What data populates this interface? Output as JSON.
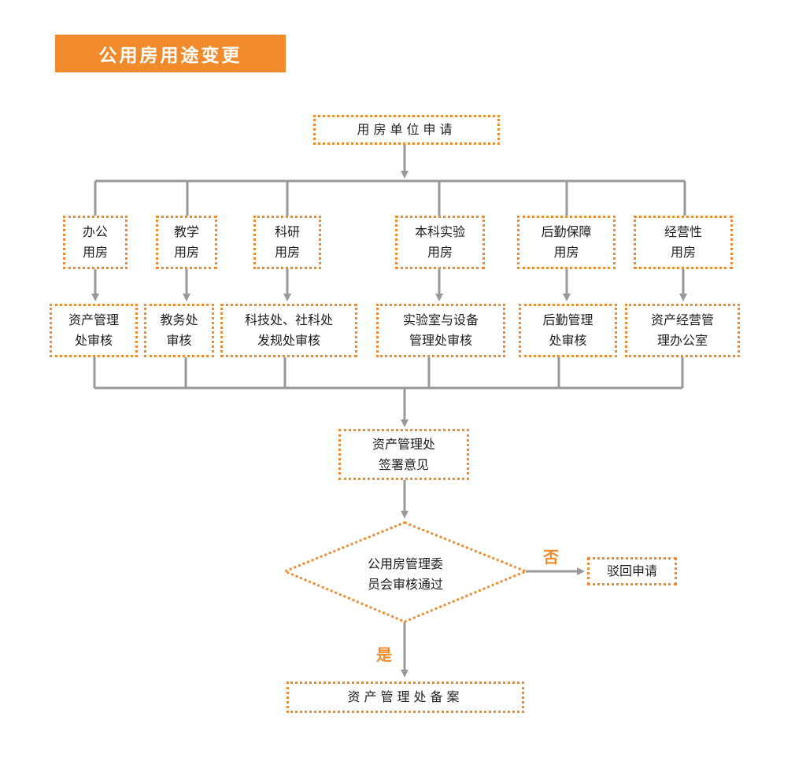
{
  "title": "公用房用途变更",
  "start": "用房单位申请",
  "categories": [
    {
      "type": "办公\n用房",
      "review": "资产管理\n处审核"
    },
    {
      "type": "教学\n用房",
      "review": "教务处\n审核"
    },
    {
      "type": "科研\n用房",
      "review": "科技处、社科处\n发规处审核"
    },
    {
      "type": "本科实验\n用房",
      "review": "实验室与设备\n管理处审核"
    },
    {
      "type": "后勤保障\n用房",
      "review": "后勤管理\n处审核"
    },
    {
      "type": "经营性\n用房",
      "review": "资产经营管\n理办公室"
    }
  ],
  "opinion": "资产管理处\n签署意见",
  "decision": "公用房管理委\n员会审核通过",
  "no_label": "否",
  "yes_label": "是",
  "reject": "驳回申请",
  "final": "资产管理处备案",
  "colors": {
    "accent": "#f08a2a",
    "line": "#999999"
  }
}
